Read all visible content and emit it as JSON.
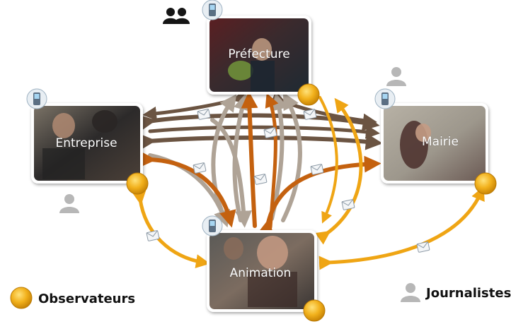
{
  "nodes": {
    "prefecture": {
      "label": "Préfecture",
      "icon": "mobile-phone-icon"
    },
    "entreprise": {
      "label": "Entreprise",
      "icon": "mobile-phone-icon"
    },
    "mairie": {
      "label": "Mairie",
      "icon": "mobile-phone-icon"
    },
    "animation": {
      "label": "Animation",
      "icon": "mobile-phone-icon"
    }
  },
  "legend": {
    "observateurs": {
      "label": "Observateurs",
      "icon": "orange-dot-icon",
      "color": "#E8A21A"
    },
    "journalistes": {
      "label": "Journalistes",
      "icon": "person-icon",
      "color": "#B7B7B7"
    }
  },
  "colors": {
    "arrow_dark": "#6B5442",
    "arrow_light": "#AFA396",
    "arrow_orange_dark": "#C4610F",
    "arrow_orange": "#EFA514",
    "observer_dot": "#E8A21A"
  },
  "markers": {
    "group_icon": "group-people-icon",
    "message_icon": "envelope-message-icon"
  }
}
